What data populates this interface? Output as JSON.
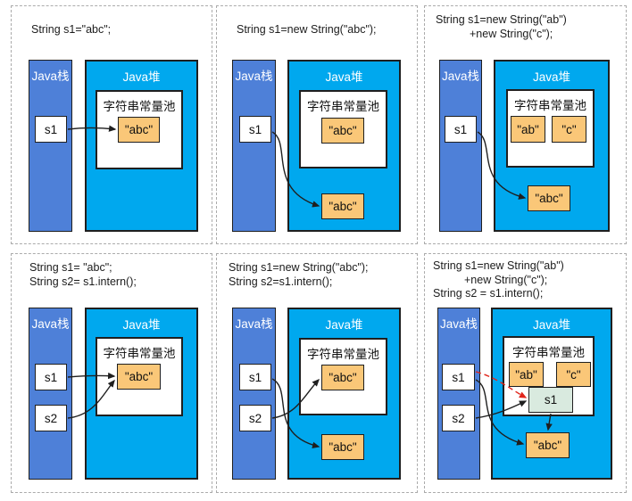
{
  "shared": {
    "stack_label": "Java栈",
    "heap_label": "Java堆",
    "pool_label": "字符串常量池"
  },
  "colors": {
    "stack_fill": "#4E80D8",
    "heap_fill": "#00A8EE",
    "string_box_fill": "#FAC778",
    "ref_box_fill": "#D9EADF",
    "arrow": "#1f1f1f",
    "intern_arrow_red": "#E1251B",
    "panel_border": "#ababab",
    "code_text": "#1c1c1c"
  },
  "panels": [
    {
      "code": [
        "String s1=\"abc\";"
      ],
      "stack_vars": [
        {
          "name": "s1"
        }
      ],
      "pool_boxes": [
        {
          "text": "\"abc\"",
          "type": "string"
        }
      ],
      "heap_boxes": [],
      "arrows": [
        {
          "from": "s1",
          "to": "pool-abc",
          "style": "solid"
        }
      ]
    },
    {
      "code": [
        "String s1=new String(\"abc\");"
      ],
      "stack_vars": [
        {
          "name": "s1"
        }
      ],
      "pool_boxes": [
        {
          "text": "\"abc\"",
          "type": "string"
        }
      ],
      "heap_boxes": [
        {
          "text": "\"abc\""
        }
      ],
      "arrows": [
        {
          "from": "s1",
          "to": "heap-abc",
          "style": "solid"
        }
      ]
    },
    {
      "code": [
        "String s1=new String(\"ab\")",
        "+new String(\"c\");"
      ],
      "stack_vars": [
        {
          "name": "s1"
        }
      ],
      "pool_boxes": [
        {
          "text": "\"ab\"",
          "type": "string"
        },
        {
          "text": "\"c\"",
          "type": "string"
        }
      ],
      "heap_boxes": [
        {
          "text": "\"abc\""
        }
      ],
      "arrows": [
        {
          "from": "s1",
          "to": "heap-abc",
          "style": "solid"
        }
      ]
    },
    {
      "code": [
        "String s1= \"abc\";",
        "String s2= s1.intern();"
      ],
      "stack_vars": [
        {
          "name": "s1"
        },
        {
          "name": "s2"
        }
      ],
      "pool_boxes": [
        {
          "text": "\"abc\"",
          "type": "string"
        }
      ],
      "heap_boxes": [],
      "arrows": [
        {
          "from": "s1",
          "to": "pool-abc",
          "style": "solid"
        },
        {
          "from": "s2",
          "to": "pool-abc",
          "style": "solid"
        }
      ]
    },
    {
      "code": [
        "String s1=new String(\"abc\");",
        "String s2=s1.intern();"
      ],
      "stack_vars": [
        {
          "name": "s1"
        },
        {
          "name": "s2"
        }
      ],
      "pool_boxes": [
        {
          "text": "\"abc\"",
          "type": "string"
        }
      ],
      "heap_boxes": [
        {
          "text": "\"abc\""
        }
      ],
      "arrows": [
        {
          "from": "s1",
          "to": "heap-abc",
          "style": "solid"
        },
        {
          "from": "s2",
          "to": "pool-abc",
          "style": "solid"
        }
      ]
    },
    {
      "code": [
        "String s1=new String(\"ab\")",
        "+new String(\"c\");",
        "String s2 = s1.intern();"
      ],
      "stack_vars": [
        {
          "name": "s1"
        },
        {
          "name": "s2"
        }
      ],
      "pool_boxes": [
        {
          "text": "\"ab\"",
          "type": "string"
        },
        {
          "text": "\"c\"",
          "type": "string"
        },
        {
          "text": "s1",
          "type": "ref"
        }
      ],
      "heap_boxes": [
        {
          "text": "\"abc\""
        }
      ],
      "arrows": [
        {
          "from": "s1",
          "to": "pool-ref-s1",
          "style": "dashed-red"
        },
        {
          "from": "s1",
          "to": "heap-abc",
          "style": "solid"
        },
        {
          "from": "s2",
          "to": "pool-ref-s1",
          "style": "solid"
        },
        {
          "from": "pool-ref-s1",
          "to": "heap-abc",
          "style": "solid"
        }
      ]
    }
  ]
}
